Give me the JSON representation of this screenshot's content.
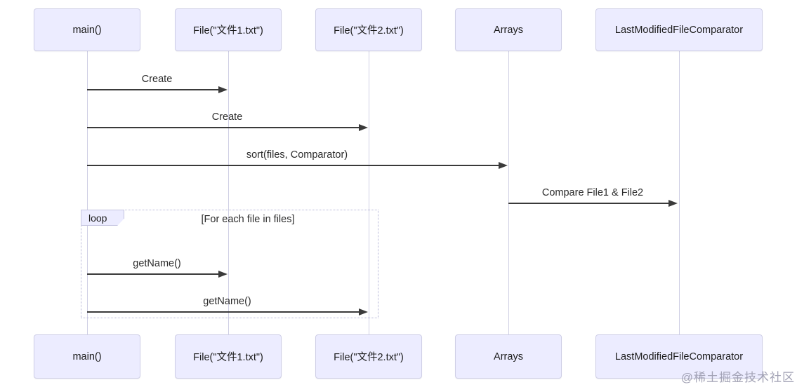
{
  "diagram": {
    "type": "sequence",
    "participants": [
      {
        "id": "main",
        "label": "main()"
      },
      {
        "id": "file1",
        "label": "File(\"文件1.txt\")"
      },
      {
        "id": "file2",
        "label": "File(\"文件2.txt\")"
      },
      {
        "id": "arrays",
        "label": "Arrays"
      },
      {
        "id": "comparator",
        "label": "LastModifiedFileComparator"
      }
    ],
    "messages": [
      {
        "from": "main",
        "to": "file1",
        "label": "Create"
      },
      {
        "from": "main",
        "to": "file2",
        "label": "Create"
      },
      {
        "from": "main",
        "to": "arrays",
        "label": "sort(files, Comparator)"
      },
      {
        "from": "arrays",
        "to": "comparator",
        "label": "Compare File1 & File2"
      },
      {
        "from": "main",
        "to": "file1",
        "label": "getName()"
      },
      {
        "from": "main",
        "to": "file2",
        "label": "getName()"
      }
    ],
    "loop": {
      "label": "loop",
      "condition": "[For each file in files]"
    }
  },
  "watermark": "@稀土掘金技术社区",
  "colors": {
    "actor_fill": "#ECECFF",
    "actor_border": "#cfcfe6",
    "lifeline": "#cfcfe4",
    "arrow": "#3a3a3a",
    "loop_border": "#b4b4d6",
    "text": "#1c1c1c",
    "watermark": "#9a9aae",
    "background": "#ffffff"
  }
}
